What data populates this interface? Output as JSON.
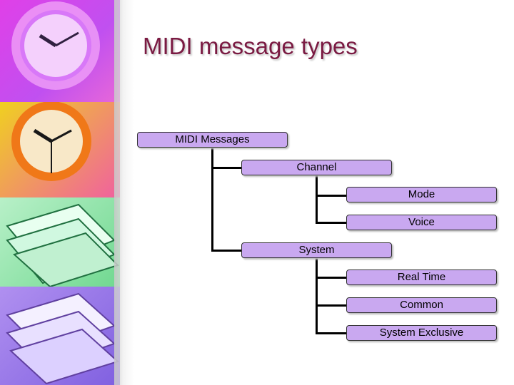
{
  "slide": {
    "title": "MIDI message types"
  },
  "tree": {
    "root": "MIDI Messages",
    "channel": "Channel",
    "mode": "Mode",
    "voice": "Voice",
    "system": "System",
    "real_time": "Real Time",
    "common": "Common",
    "system_exclusive": "System Exclusive"
  },
  "colors": {
    "box_fill": "#c9a8f0",
    "title_color": "#7a1a42"
  },
  "decor": {
    "strip_images": [
      "clock-icon",
      "clock-icon",
      "stacked-papers-icon",
      "stacked-papers-icon"
    ]
  }
}
